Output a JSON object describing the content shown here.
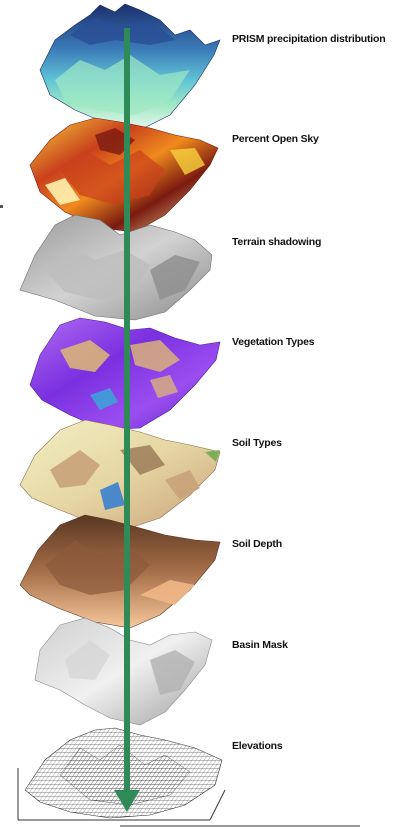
{
  "layers": [
    {
      "id": "prism",
      "label": "PRISM precipitation distribution",
      "palette": "blue-cyan-green"
    },
    {
      "id": "open-sky",
      "label": "Percent Open Sky",
      "palette": "red-orange-yellow"
    },
    {
      "id": "terrain-shadowing",
      "label": "Terrain shadowing",
      "palette": "gray"
    },
    {
      "id": "vegetation",
      "label": "Vegetation Types",
      "palette": "purple-tan"
    },
    {
      "id": "soil-types",
      "label": "Soil Types",
      "palette": "cream-brown-green"
    },
    {
      "id": "soil-depth",
      "label": "Soil Depth",
      "palette": "brown-peach"
    },
    {
      "id": "basin-mask",
      "label": "Basin Mask",
      "palette": "light-gray"
    },
    {
      "id": "elevations",
      "label": "Elevations",
      "palette": "wireframe"
    }
  ],
  "arrow": {
    "direction": "down",
    "color": "#2e8b57",
    "meaning": "layers combined top to bottom"
  },
  "colors": {
    "prism": [
      "#1b2f6b",
      "#3a79b7",
      "#5fc3d6",
      "#9fe8c4",
      "#d8f5e3"
    ],
    "open_sky": [
      "#7a1a10",
      "#c9401c",
      "#f08a1e",
      "#f7d23d",
      "#fff6c8"
    ],
    "gray": [
      "#7f7f7f",
      "#a9a9a9",
      "#c8c8c8",
      "#e2e2e2"
    ],
    "vegetation": [
      "#6a28d8",
      "#8e3df0",
      "#b06cf2",
      "#d9b27a",
      "#3ea0d8"
    ],
    "soil_types": [
      "#f3efc4",
      "#c9a27a",
      "#8d6b4a",
      "#7fae5a",
      "#3a7fd0"
    ],
    "soil_depth": [
      "#5a3722",
      "#8a5a3a",
      "#c58a60",
      "#f0b687",
      "#ffe0c0"
    ],
    "basin": [
      "#9a9a9a",
      "#c4c4c4",
      "#e6e6e6"
    ],
    "wire": "#333333"
  }
}
